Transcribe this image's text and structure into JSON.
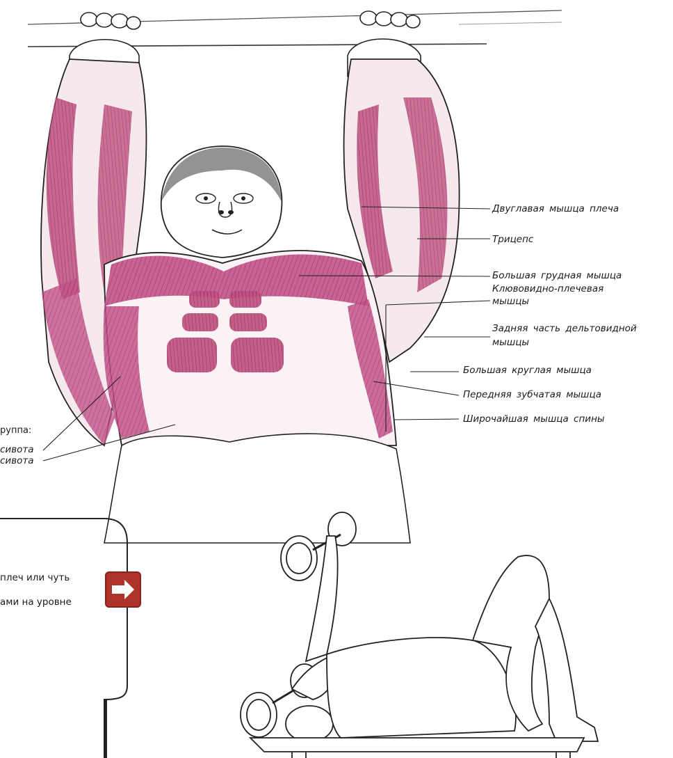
{
  "labels_right": [
    "Двуглавая  мышца  плеча",
    "Трицепс",
    "Большая  грудная  мышца",
    "Клювовидно-плечевая",
    "мышцы",
    "Задняя  часть  дельтовидной",
    "мышцы",
    "Большая  круглая  мышца",
    "Передняя  зубчатая  мышца",
    "Широчайшая   мышца   спины"
  ],
  "labels_left": [
    "руппа:",
    "сивота",
    "сивота"
  ],
  "side_text": [
    "плеч или чуть",
    "ами  на уровне"
  ],
  "colors": {
    "muscle": "#b5457a",
    "muscle_dark": "#8e2c5c",
    "line": "#222222",
    "arrow_button": "#b0332b",
    "background": "#ffffff"
  },
  "icons": {
    "next": "arrow-right-icon"
  }
}
